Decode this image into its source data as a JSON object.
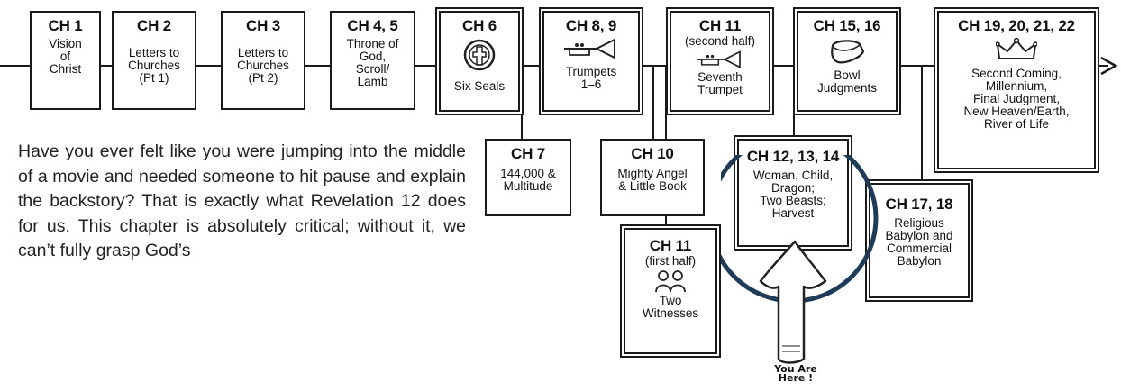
{
  "timeline": [
    {
      "id": "ch1",
      "chapter": "CH 1",
      "desc": "Vision\nof\nChrist"
    },
    {
      "id": "ch2",
      "chapter": "CH 2",
      "desc": "Letters to\nChurches\n(Pt 1)"
    },
    {
      "id": "ch3",
      "chapter": "CH 3",
      "desc": "Letters to\nChurches\n(Pt 2)"
    },
    {
      "id": "ch45",
      "chapter": "CH 4, 5",
      "desc": "Throne of\nGod,\nScroll/\nLamb"
    },
    {
      "id": "ch6",
      "chapter": "CH 6",
      "desc": "Six Seals",
      "icon": "seal-icon"
    },
    {
      "id": "ch89",
      "chapter": "CH 8, 9",
      "desc": "Trumpets\n1–6",
      "icon": "trumpet-icon"
    },
    {
      "id": "ch11b",
      "chapter": "CH 11",
      "sub": "(second half)",
      "desc": "Seventh\nTrumpet",
      "icon": "trumpet-icon"
    },
    {
      "id": "ch1516",
      "chapter": "CH 15, 16",
      "desc": "Bowl\nJudgments",
      "icon": "bowl-icon"
    },
    {
      "id": "ch1922",
      "chapter": "CH 19, 20, 21, 22",
      "desc": "Second Coming,\nMillennium,\nFinal Judgment,\nNew Heaven/Earth,\nRiver of Life",
      "icon": "crown-icon"
    }
  ],
  "interludes": [
    {
      "id": "ch7",
      "chapter": "CH 7",
      "desc": "144,000 &\nMultitude"
    },
    {
      "id": "ch10",
      "chapter": "CH 10",
      "desc": "Mighty Angel\n& Little Book"
    },
    {
      "id": "ch11a",
      "chapter": "CH 11",
      "sub": "(first half)",
      "desc": "Two\nWitnesses",
      "icon": "two-people-icon"
    },
    {
      "id": "ch1214",
      "chapter": "CH 12, 13, 14",
      "desc": "Woman, Child,\nDragon;\nTwo Beasts;\nHarvest"
    },
    {
      "id": "ch1718",
      "chapter": "CH 17, 18",
      "desc": "Religious\nBabylon and\nCommercial\nBabylon"
    }
  ],
  "callout": {
    "label": "You Are\nHere !"
  },
  "paragraph": "Have you ever felt like you were jumping into the middle of a movie and needed someone to hit pause and explain the backstory? That is exactly what Revelation 12 does for us. This chapter is absolutely critical; without it, we can’t fully grasp God’s",
  "colors": {
    "highlight_ring": "#1f3b57",
    "box_border": "#1a1a1a"
  }
}
